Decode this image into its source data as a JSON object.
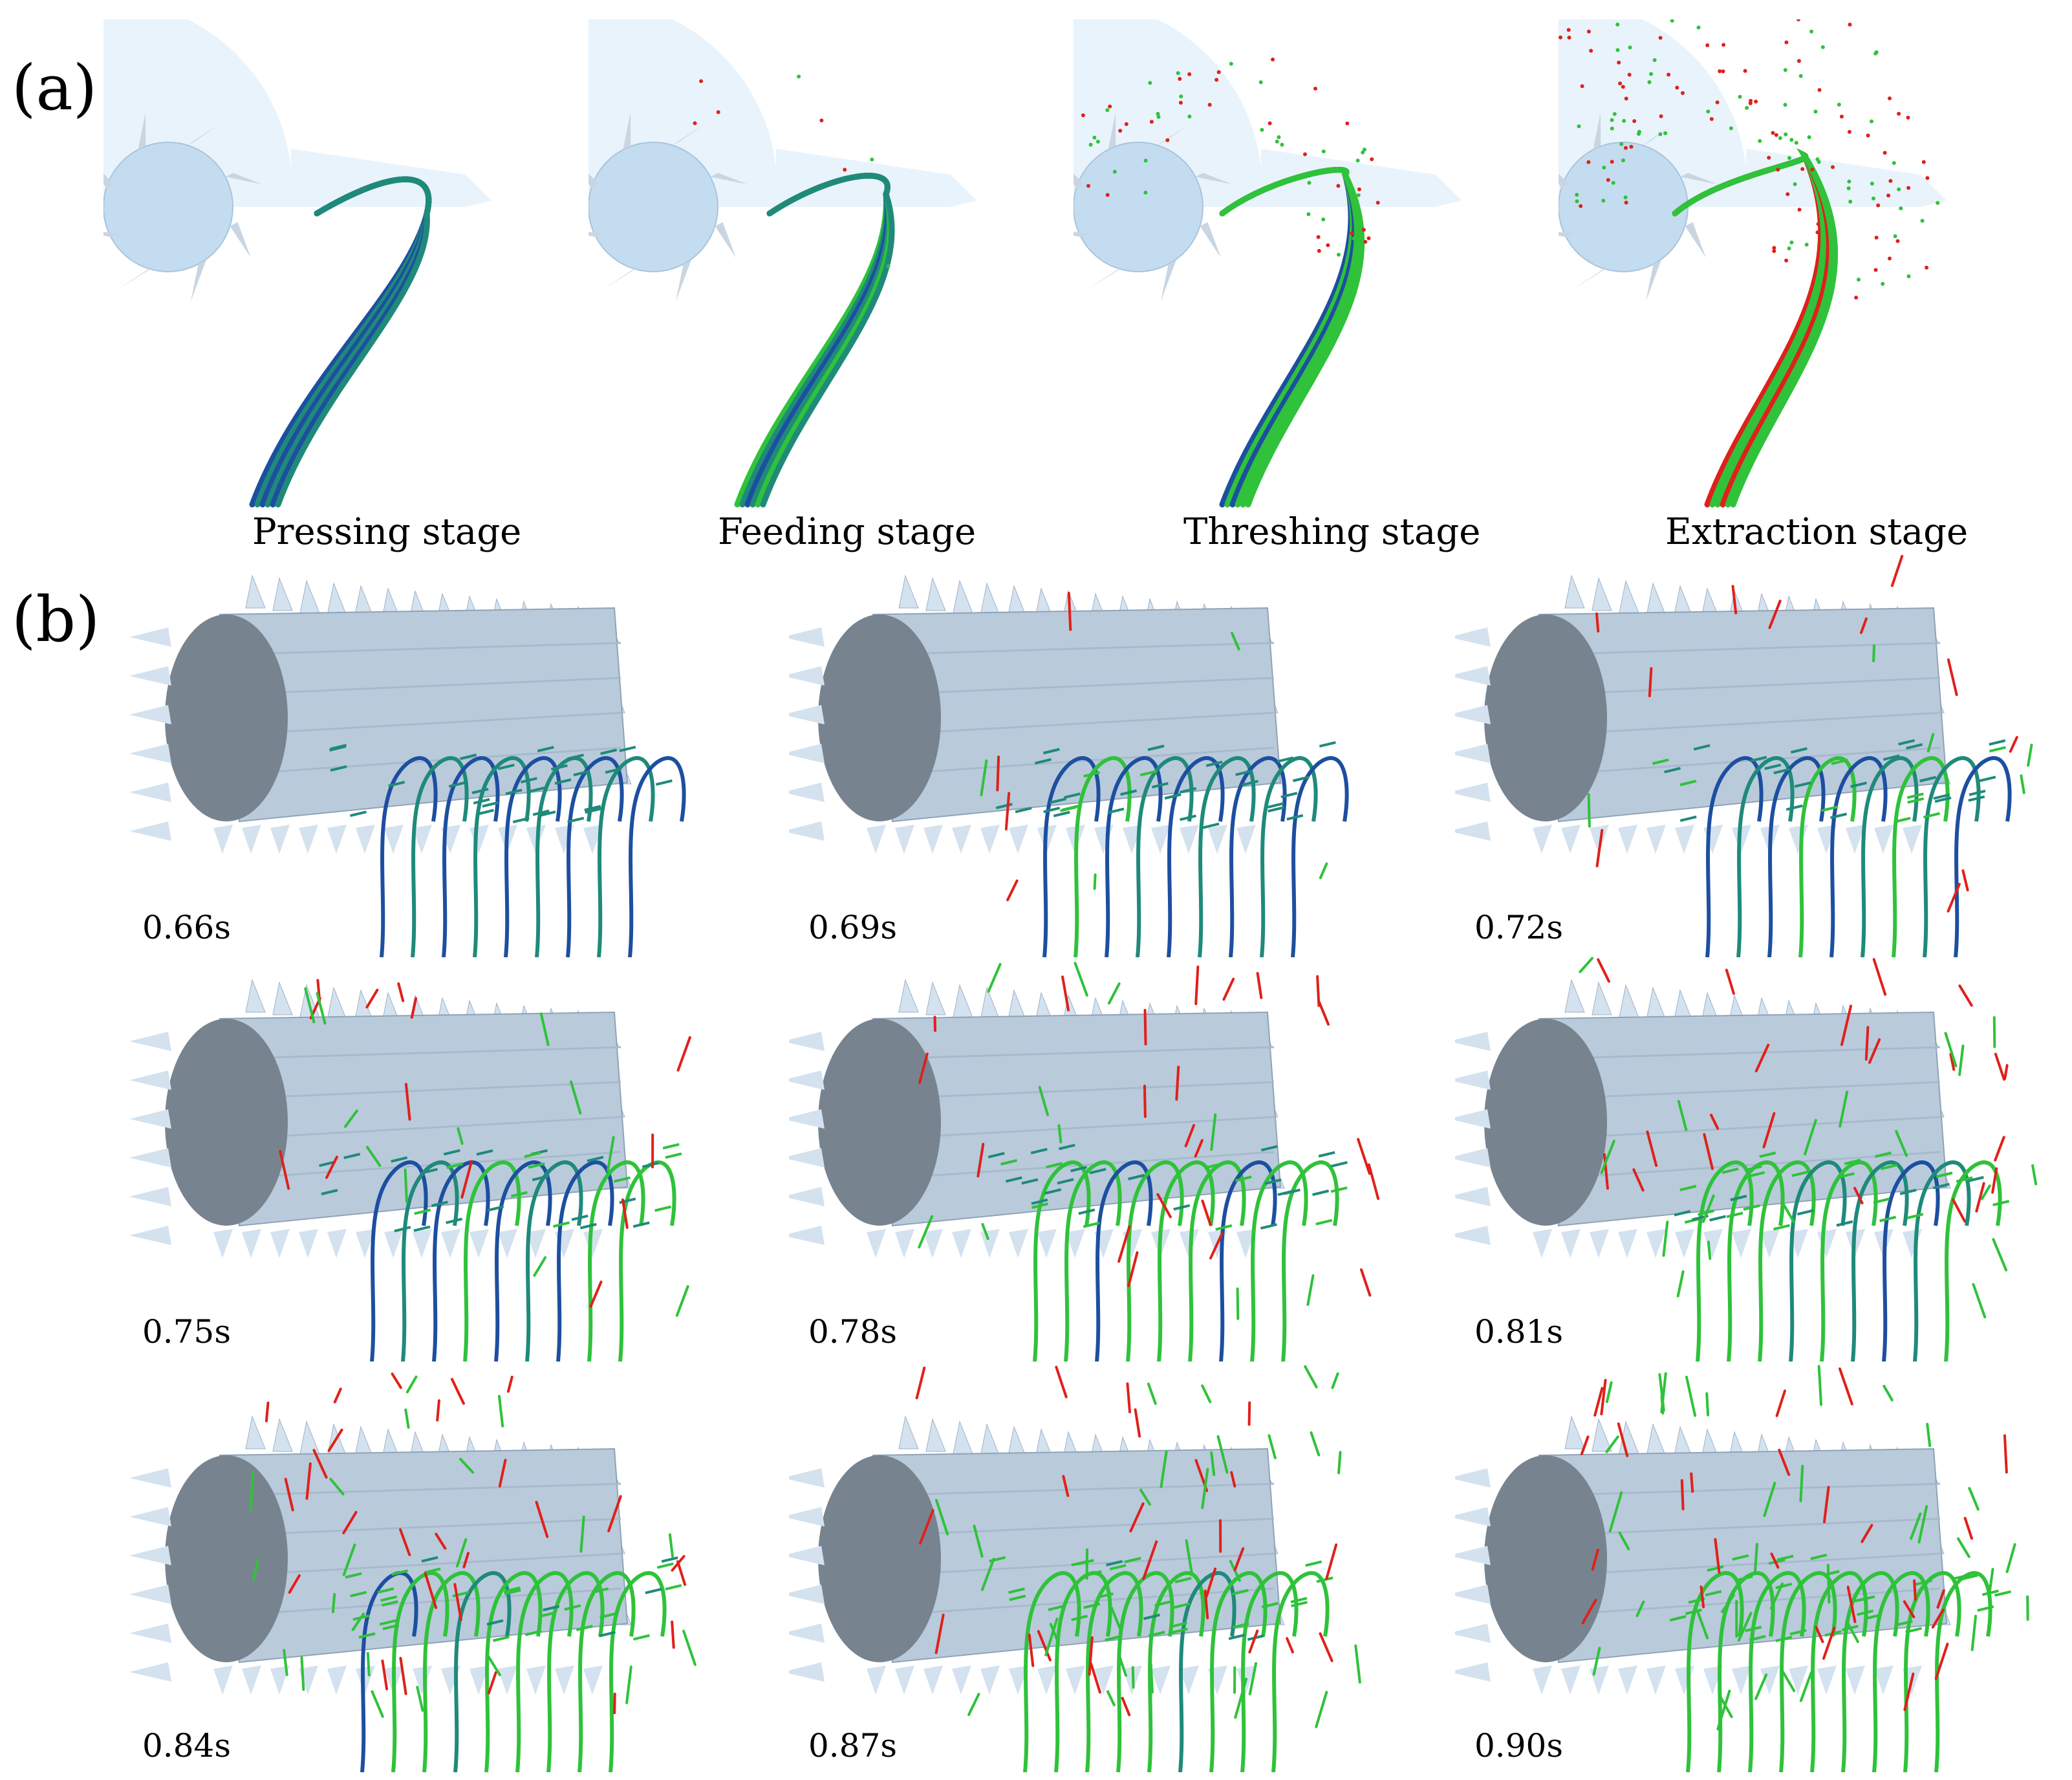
{
  "figure": {
    "panel_a": {
      "label": "(a)",
      "stages": [
        {
          "caption": "Pressing stage",
          "threshed": 0
        },
        {
          "caption": "Feeding stage",
          "threshed": 1
        },
        {
          "caption": "Threshing stage",
          "threshed": 2
        },
        {
          "caption": "Extraction stage",
          "threshed": 3
        }
      ]
    },
    "panel_b": {
      "label": "(b)",
      "snapshots": [
        {
          "time": "0.66s",
          "level": 0
        },
        {
          "time": "0.69s",
          "level": 1
        },
        {
          "time": "0.72s",
          "level": 2
        },
        {
          "time": "0.75s",
          "level": 3
        },
        {
          "time": "0.78s",
          "level": 4
        },
        {
          "time": "0.81s",
          "level": 5
        },
        {
          "time": "0.84s",
          "level": 6
        },
        {
          "time": "0.87s",
          "level": 7
        },
        {
          "time": "0.90s",
          "level": 8
        }
      ]
    },
    "colors": {
      "drum": "#c4dcef",
      "housing": "#e9f3fb",
      "stalk_blue": "#1d4fa0",
      "stalk_teal": "#1f8a7a",
      "stalk_green": "#2fc23a",
      "grain_red": "#e0201a",
      "cylinder_end": "#77848f",
      "cylinder_body": "#b9cadb",
      "tooth": "#d4e2ef"
    }
  }
}
